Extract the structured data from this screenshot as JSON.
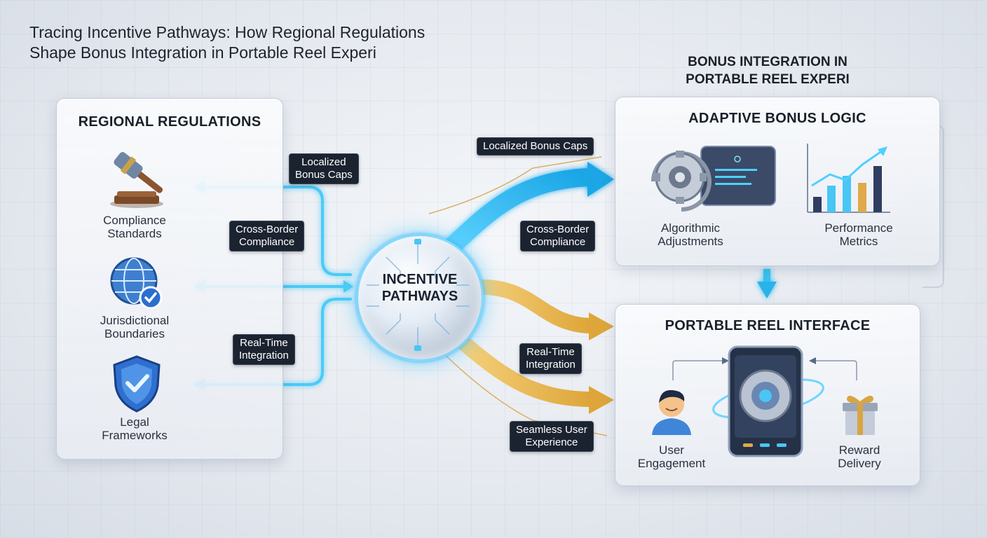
{
  "title": {
    "line1": "Tracing Incentive Pathways: How Regional Regulations",
    "line2": "Shape Bonus Integration in Portable Reel Experi"
  },
  "left_panel": {
    "heading": "REGIONAL REGULATIONS",
    "items": [
      {
        "line1": "Compliance",
        "line2": "Standards",
        "icon": "gavel-icon"
      },
      {
        "line1": "Jurisdictional",
        "line2": "Boundaries",
        "icon": "globe-check-icon"
      },
      {
        "line1": "Legal",
        "line2": "Frameworks",
        "icon": "shield-check-icon"
      }
    ]
  },
  "hub": {
    "line1": "INCENTIVE",
    "line2": "PATHWAYS"
  },
  "left_tags": [
    {
      "line1": "Localized",
      "line2": "Bonus Caps"
    },
    {
      "line1": "Cross-Border",
      "line2": "Compliance"
    },
    {
      "line1": "Real-Time",
      "line2": "Integration"
    }
  ],
  "right_tags": [
    {
      "line1": "Localized Bonus Caps"
    },
    {
      "line1": "Cross-Border",
      "line2": "Compliance"
    },
    {
      "line1": "Real-Time",
      "line2": "Integration"
    },
    {
      "line1": "Seamless User",
      "line2": "Experience"
    }
  ],
  "right_heading": {
    "line1": "BONUS INTEGRATION IN",
    "line2": "PORTABLE REEL EXPERI"
  },
  "adaptive_panel": {
    "heading": "ADAPTIVE BONUS LOGIC",
    "items": [
      {
        "line1": "Algorithmic",
        "line2": "Adjustments",
        "icon": "gear-cycle-icon"
      },
      {
        "line1": "Performance",
        "line2": "Metrics",
        "icon": "bar-chart-icon"
      }
    ]
  },
  "reel_panel": {
    "heading": "PORTABLE REEL INTERFACE",
    "items": [
      {
        "line1": "User",
        "line2": "Engagement",
        "icon": "user-icon"
      },
      {
        "line1": "Reward",
        "line2": "Delivery",
        "icon": "gift-icon"
      }
    ],
    "device_icon": "phone-gear-icon"
  },
  "colors": {
    "cyan": "#2bbcf0",
    "gold": "#e8b04a",
    "tag_bg": "#1b2330",
    "navy": "#2a3a6a"
  }
}
